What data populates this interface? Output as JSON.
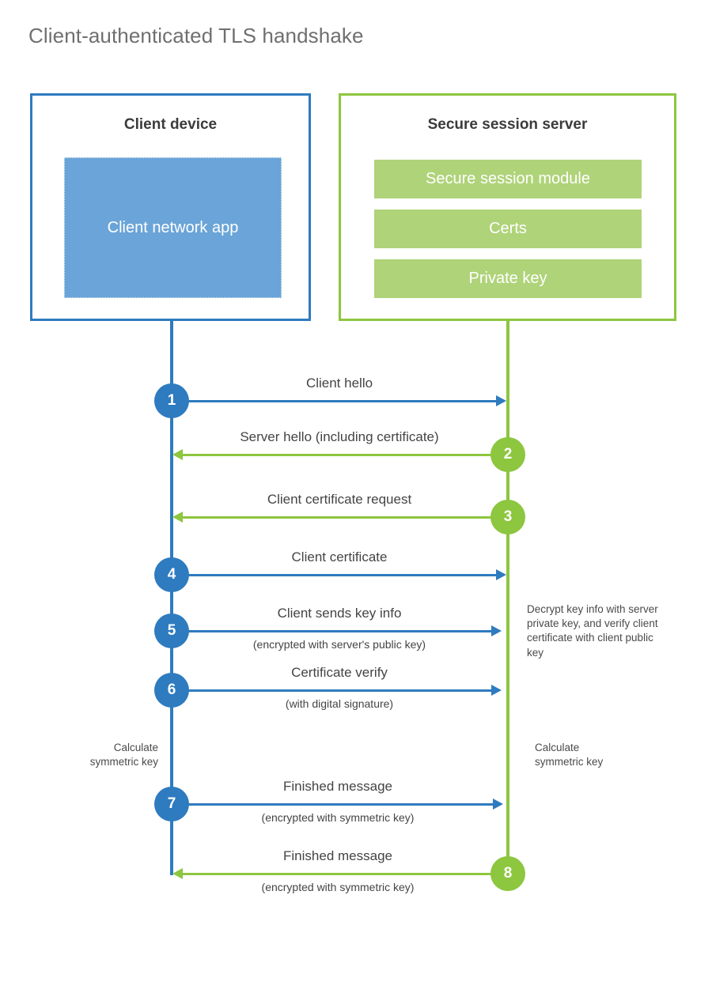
{
  "page": {
    "title": "Client-authenticated TLS handshake"
  },
  "colors": {
    "client_accent": "#2e7bbf",
    "server_accent": "#8dc63f",
    "client_block_fill": "#6aa4d8",
    "server_module_fill": "#afd379",
    "title_text": "#6f6f6f",
    "label_text": "#444444"
  },
  "participants": {
    "client": {
      "title": "Client device",
      "block_label": "Client network app"
    },
    "server": {
      "title": "Secure session server",
      "modules": [
        {
          "label": "Secure session module"
        },
        {
          "label": "Certs"
        },
        {
          "label": "Private key"
        }
      ]
    }
  },
  "messages": [
    {
      "step": "1",
      "label": "Client hello",
      "sublabel": "",
      "direction": "client-to-server",
      "badge_side": "client"
    },
    {
      "step": "2",
      "label": "Server hello (including certificate)",
      "sublabel": "",
      "direction": "server-to-client",
      "badge_side": "server"
    },
    {
      "step": "3",
      "label": "Client certificate request",
      "sublabel": "",
      "direction": "server-to-client",
      "badge_side": "server"
    },
    {
      "step": "4",
      "label": "Client certificate",
      "sublabel": "",
      "direction": "client-to-server",
      "badge_side": "client"
    },
    {
      "step": "5",
      "label": "Client sends key info",
      "sublabel": "(encrypted with server's public key)",
      "direction": "client-to-server",
      "badge_side": "client"
    },
    {
      "step": "6",
      "label": "Certificate verify",
      "sublabel": "(with digital signature)",
      "direction": "client-to-server",
      "badge_side": "client"
    },
    {
      "step": "7",
      "label": "Finished message",
      "sublabel": "(encrypted with symmetric key)",
      "direction": "client-to-server",
      "badge_side": "client"
    },
    {
      "step": "8",
      "label": "Finished message",
      "sublabel": "(encrypted with symmetric key)",
      "direction": "server-to-client",
      "badge_side": "server"
    }
  ],
  "annotations": {
    "decrypt_note": "Decrypt key info with server private key, and verify client certificate with client public key",
    "calculate_symmetric_key_client": "Calculate\nsymmetric key",
    "calculate_symmetric_key_server": "Calculate\nsymmetric key"
  }
}
